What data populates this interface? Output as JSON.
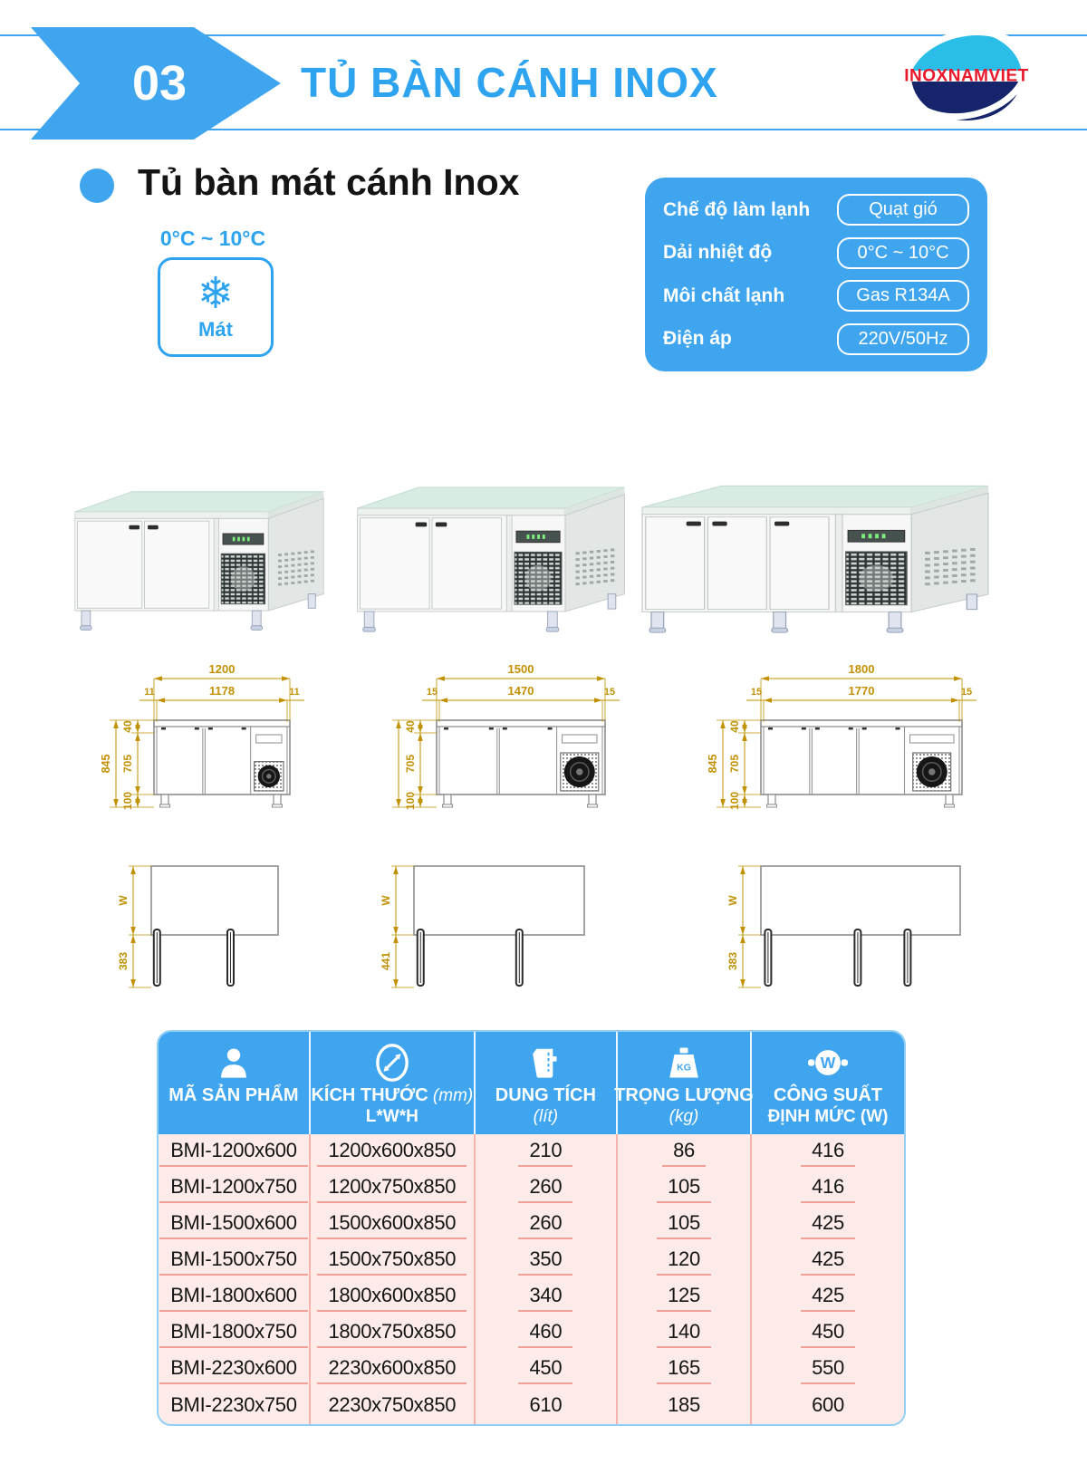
{
  "header": {
    "number": "03",
    "title": "TỦ BÀN CÁNH INOX",
    "accent_color": "#3fa5ef",
    "logo": {
      "text": "INOXNAMVIET",
      "cyan": "#29bde8",
      "navy": "#16256b",
      "red": "#e8192c"
    }
  },
  "section": {
    "title": "Tủ bàn mát cánh Inox"
  },
  "temp_badge": {
    "range": "0°C ~ 10°C",
    "snowflake": "❄",
    "mode": "Mát"
  },
  "specs": {
    "rows": [
      {
        "label": "Chế độ làm lạnh",
        "value": "Quạt gió"
      },
      {
        "label": "Dải nhiệt độ",
        "value": "0°C ~ 10°C"
      },
      {
        "label": "Môi chất lạnh",
        "value": "Gas R134A"
      },
      {
        "label": "Điện áp",
        "value": "220V/50Hz"
      }
    ]
  },
  "products": [
    {
      "doors": 2
    },
    {
      "doors": 2
    },
    {
      "doors": 3
    }
  ],
  "drawings": {
    "dim_color": "#c19103",
    "line_color": "#8d8d8d",
    "front": [
      {
        "overall": "1200",
        "inner": "1178",
        "side_left": "11",
        "side_right": "11",
        "height_total": "845",
        "height_top": "40",
        "height_mid": "705",
        "height_leg": "100",
        "doors": 2
      },
      {
        "overall": "1500",
        "inner": "1470",
        "side_left": "15",
        "side_right": "15",
        "height_total": "",
        "height_top": "40",
        "height_mid": "705",
        "height_leg": "100",
        "doors": 2
      },
      {
        "overall": "1800",
        "inner": "1770",
        "side_left": "15",
        "side_right": "15",
        "height_total": "845",
        "height_top": "40",
        "height_mid": "705",
        "height_leg": "100",
        "doors": 3
      }
    ],
    "plan": [
      {
        "depth_label": "W",
        "leg_label": "383",
        "legs": 2
      },
      {
        "depth_label": "W",
        "leg_label": "441",
        "legs": 2
      },
      {
        "depth_label": "W",
        "leg_label": "383",
        "legs": 3
      }
    ]
  },
  "table": {
    "icon_labels": {
      "kg": "KG",
      "w": "W"
    },
    "headers": [
      {
        "icon": "person",
        "title": "MÃ SẢN PHẨM",
        "suffix": "",
        "line2": "",
        "line2_italic": false
      },
      {
        "icon": "dimensions",
        "title": "KÍCH THƯỚC",
        "suffix": "(mm)",
        "line2": "L*W*H",
        "line2_italic": false
      },
      {
        "icon": "capacity",
        "title": "DUNG TÍCH",
        "suffix": "",
        "line2": "(lít)",
        "line2_italic": true
      },
      {
        "icon": "weight",
        "title": "TRỌNG LƯỢNG",
        "suffix": "",
        "line2": "(kg)",
        "line2_italic": true
      },
      {
        "icon": "power",
        "title": "CÔNG SUẤT",
        "suffix": "",
        "line2": "ĐỊNH MỨC (W)",
        "line2_italic": false
      }
    ],
    "rows": [
      [
        "BMI-1200x600",
        "1200x600x850",
        "210",
        "86",
        "416"
      ],
      [
        "BMI-1200x750",
        "1200x750x850",
        "260",
        "105",
        "416"
      ],
      [
        "BMI-1500x600",
        "1500x600x850",
        "260",
        "105",
        "425"
      ],
      [
        "BMI-1500x750",
        "1500x750x850",
        "350",
        "120",
        "425"
      ],
      [
        "BMI-1800x600",
        "1800x600x850",
        "340",
        "125",
        "425"
      ],
      [
        "BMI-1800x750",
        "1800x750x850",
        "460",
        "140",
        "450"
      ],
      [
        "BMI-2230x600",
        "2230x600x850",
        "450",
        "165",
        "550"
      ],
      [
        "BMI-2230x750",
        "2230x750x850",
        "610",
        "185",
        "600"
      ]
    ]
  }
}
